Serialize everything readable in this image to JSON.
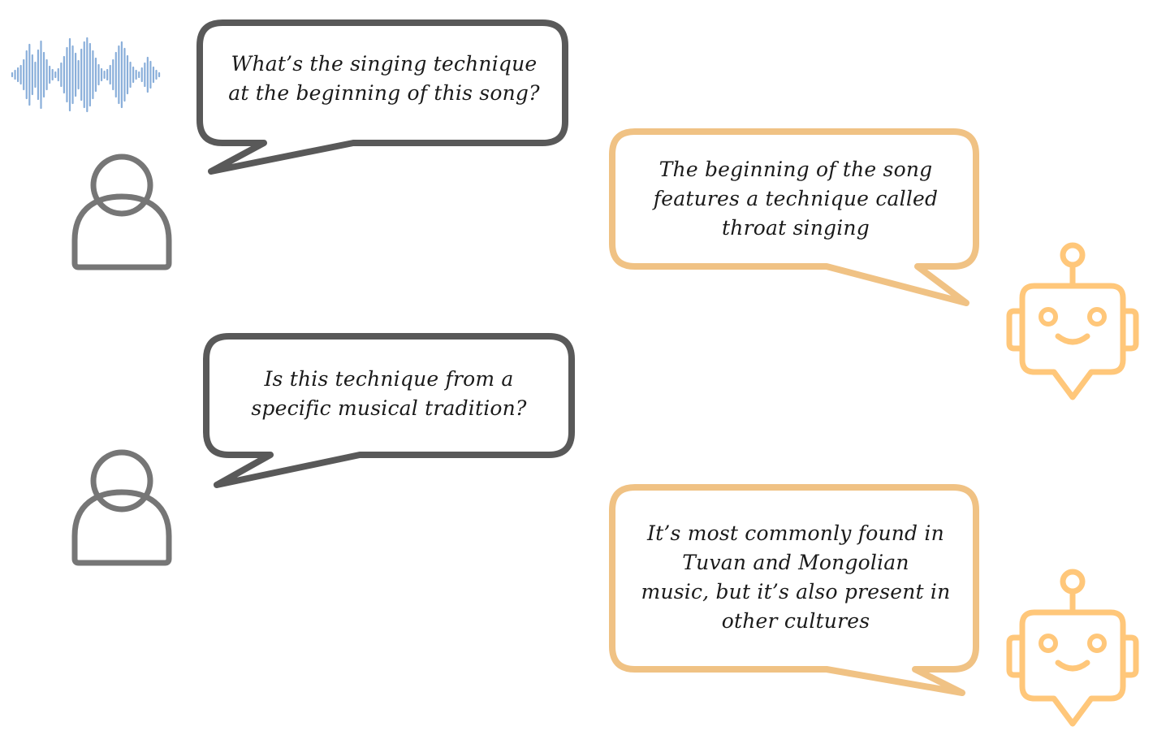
{
  "colors": {
    "user": "#595959",
    "assistant": "#F0C284",
    "assistant_icon": "#FFC77A",
    "waveform": "#8AAFDA",
    "user_icon": "#767676"
  },
  "icons": {
    "audio": "audio-waveform-icon",
    "user": "user-icon",
    "assistant": "robot-icon"
  },
  "conversation": [
    {
      "role": "user",
      "text": "What’s the singing technique\nat the beginning of this song?"
    },
    {
      "role": "assistant",
      "text": "The beginning of the song\nfeatures a technique called\nthroat singing"
    },
    {
      "role": "user",
      "text": "Is this technique from a\nspecific musical tradition?"
    },
    {
      "role": "assistant",
      "text": "It’s most commonly found in\nTuvan and Mongolian\nmusic, but it’s also present in\nother cultures"
    }
  ]
}
